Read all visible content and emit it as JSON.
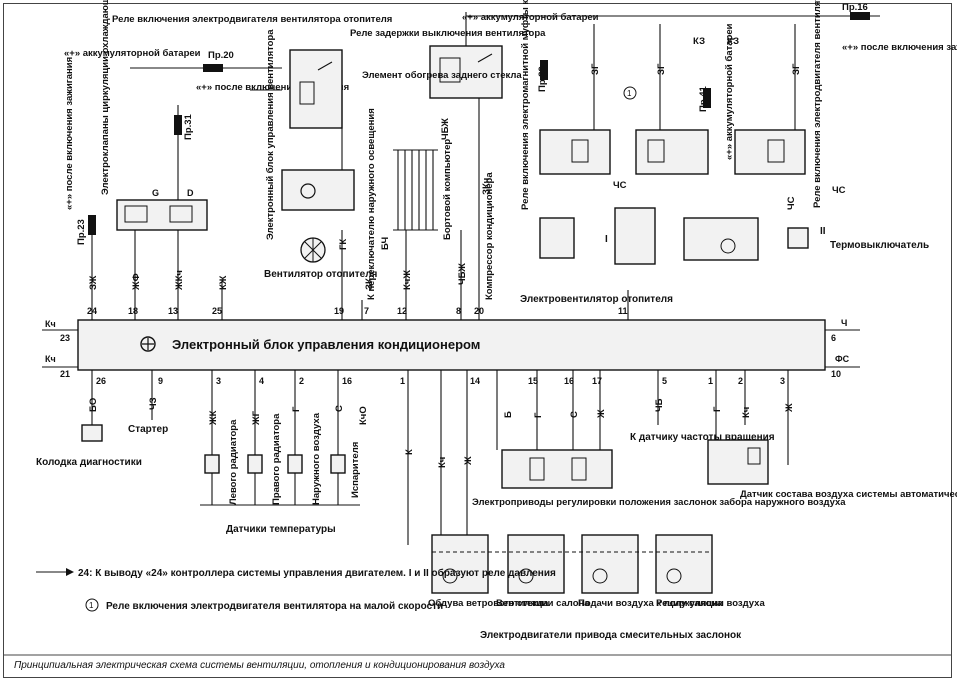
{
  "ecu": {
    "title": "Электронный блок управления кондиционером",
    "pins_left": [
      "23",
      "21"
    ],
    "pins_top": [
      "24",
      "18",
      "13",
      "25",
      "19",
      "7",
      "12",
      "8",
      "20",
      "11"
    ],
    "pins_bottom": [
      "26",
      "9",
      "3",
      "4",
      "2",
      "16",
      "1",
      "14",
      "15",
      "16",
      "17",
      "5",
      "1",
      "2",
      "3"
    ],
    "pins_right": [
      "6",
      "10"
    ],
    "wire_left_top": "Кч",
    "wire_left_bottom": "Кч",
    "wire_right_top": "Ч",
    "wire_right_bottom": "ФС"
  },
  "components": {
    "heater_fan_relay": "Реле включения электродвигателя вентилятора отопителя",
    "rear_window_delay_relay": "Реле задержки выключения вентилятора",
    "rear_window_element": "Элемент обогрева заднего стекла",
    "battery_plus_top": "«+» аккумуляторной батареи",
    "fuse_pr16": "Пр.16",
    "after_ignition_top": "«+» после включения зажигания",
    "battery_plus_left": "«+» аккумуляторной батареи",
    "fuse_pr20": "Пр.20",
    "after_ignition_left": "«+» после включения зажигания",
    "fuse_pr31": "Пр.31",
    "fuse_pr23": "Пр.23",
    "after_ignition_far_left": "«+» после включения зажигания",
    "coolant_valves": "Электроклапаны циркуляции охлаждающей жидкости",
    "heater_fan_ecu": "Электронный блок управления вентилятора",
    "heater_fan": "Вентилятор отопителя",
    "outside_lighting_switch": "К переключателю наружного освещения",
    "onboard_computer": "Бортовой компьютер",
    "compressor_clutch_relay": "Реле включения электромагнитной муфты компрессора кондиционера",
    "compressor": "Компрессор кондиционера",
    "fuse_pr39": "Пр.39",
    "fuse_pr41": "Пр.41",
    "battery_plus_right": "«+» аккумуляторной батареи",
    "high_speed_relay": "Реле включения электродвигателя вентилятора на большой скорости",
    "thermoswitch": "Термовыключатель",
    "condenser_fan": "Электровентилятор отопителя",
    "relay_marker": "1",
    "pressure_i": "I",
    "pressure_ii": "II"
  },
  "bottom": {
    "diag_socket": "Колодка диагностики",
    "starter": "Стартер",
    "temp_sensors": "Датчики температуры",
    "sensor_left_radiator": "Левого радиатора",
    "sensor_right_radiator": "Правого радиатора",
    "sensor_outside_air": "Наружного воздуха",
    "sensor_evaporator": "Испарителя",
    "rpm_sensor": "К датчику частоты вращения",
    "flap_actuators": "Электроприводы регулировки положения заслонок забора наружного воздуха",
    "air_quality_sensor": "Датчик состава воздуха системы автоматической рециркуляции воздуха (на некоторых автомобилях)",
    "motor_windshield": "Обдува ветрового стекла",
    "motor_ventilation": "Вентиляции салона",
    "motor_floor": "Подачи воздуха к полу салона",
    "motor_recirc": "Рециркуляции воздуха",
    "motors_caption": "Электродвигатели привода смесительных заслонок"
  },
  "wire_labels": {
    "w_24": "ЗЖ",
    "w_18": "ЖФ",
    "w_13": "ЖКч",
    "w_25": "КЖ",
    "w_19": "ГК",
    "w_7": "ЗК",
    "w_12": "КчЖ",
    "w_8": "ЧБЖ",
    "w_26": "БО",
    "w_9": "ЧЗ",
    "w_3": "ЖК",
    "w_4": "ЖГ",
    "w_2": "Г",
    "w_16": "С",
    "w_1": "КчО",
    "w_14": "К",
    "w_15a": "Кч",
    "w_15b": "Ж",
    "w_b": "Б",
    "w_g": "Г",
    "w_s": "С",
    "w_zh": "Ж",
    "w_5": "ЧБ",
    "w_r1": "Г",
    "w_r2": "Кч",
    "w_r3": "Ж",
    "w_kz1": "КЗ",
    "w_kz2": "КЗ",
    "w_zg1": "ЗГ",
    "w_zg2": "ЗГ",
    "w_zg3": "ЗГ",
    "w_chs1": "ЧС",
    "w_chs2": "ЧС",
    "w_chs3": "ЧС",
    "w_zk": "ЗКч",
    "w_bch": "БЧ",
    "w_chbzh": "ЧБЖ"
  },
  "legend": {
    "arrow_note": "24: К выводу «24» контроллера системы управления двигателем. I и II образуют реле давления",
    "circle_mark": "1",
    "circle_note": "Реле включения электродвигателя вентилятора на малой скорости"
  },
  "caption": "Принципиальная электрическая схема системы вентиляции, отопления и кондиционирования воздуха"
}
